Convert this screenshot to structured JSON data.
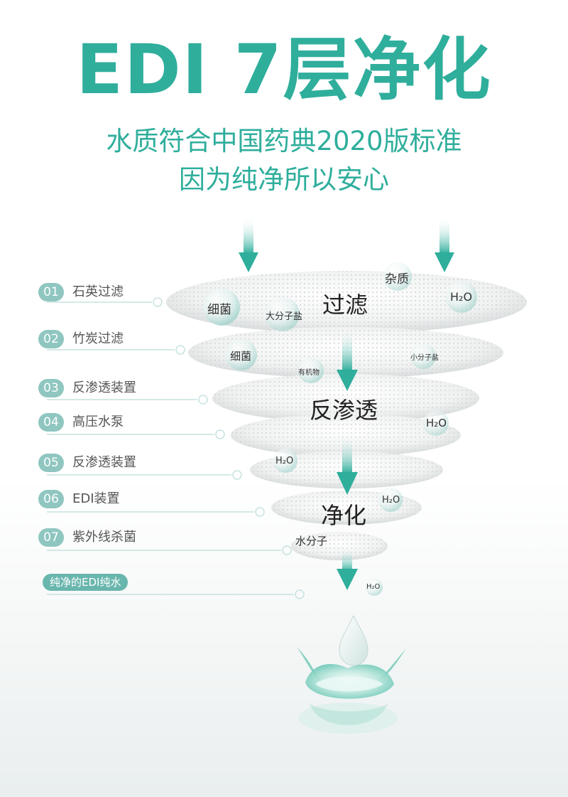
{
  "header": {
    "title": "EDI 7层净化",
    "subtitle_line1": "水质符合中国药典2020版标准",
    "subtitle_line2": "因为纯净所以安心"
  },
  "steps": [
    {
      "num": "01",
      "label": "石英过滤"
    },
    {
      "num": "02",
      "label": "竹炭过滤"
    },
    {
      "num": "03",
      "label": "反渗透装置"
    },
    {
      "num": "04",
      "label": "高压水泵"
    },
    {
      "num": "05",
      "label": "反渗透装置"
    },
    {
      "num": "06",
      "label": "EDI装置"
    },
    {
      "num": "07",
      "label": "紫外线杀菌"
    }
  ],
  "result_badge": "纯净的EDI纯水",
  "disc_labels": {
    "filter": "过滤",
    "reverse_osmosis": "反渗透",
    "purify": "净化"
  },
  "particles": {
    "bacteria": "细菌",
    "impurities": "杂质",
    "large_salt": "大分子盐",
    "small_salt": "小分子盐",
    "organics": "有机物",
    "water_molecule": "水分子",
    "h2o": "H₂O"
  },
  "colors": {
    "brand_green": "#2fae9c",
    "step_badge": "#8fc6c0",
    "result_badge": "#69b6ad",
    "connector_line": "#c6e2df"
  }
}
